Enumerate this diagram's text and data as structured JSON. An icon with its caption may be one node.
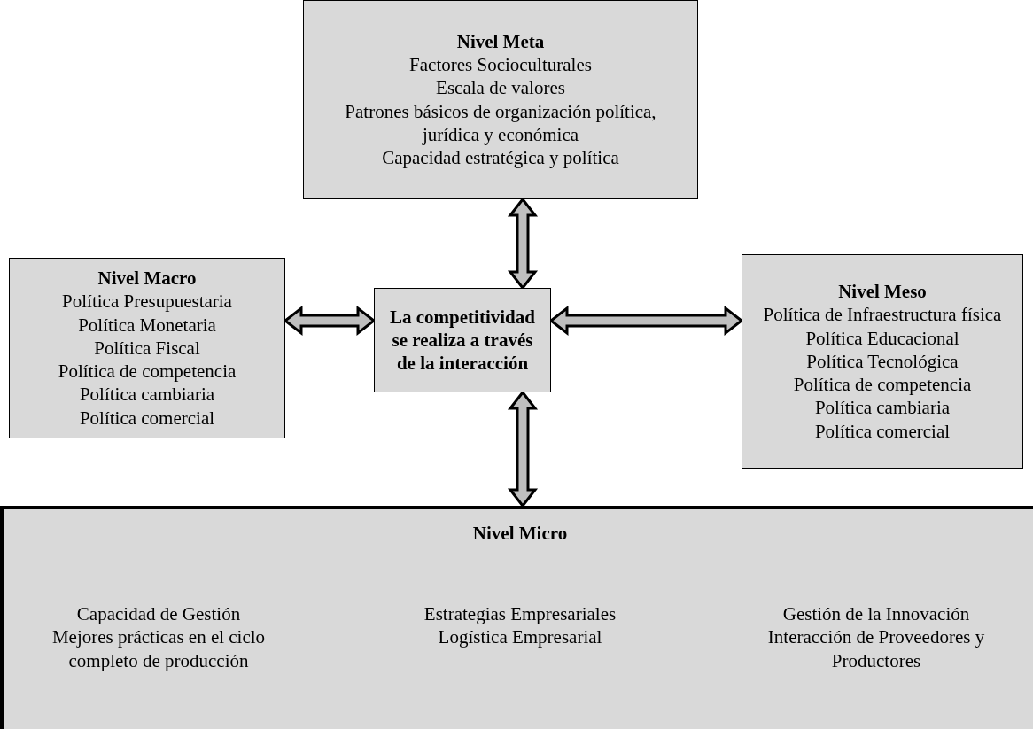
{
  "diagram": {
    "nodes": [
      {
        "text": [
          "Nivel Meta",
          "Factores Socioculturales",
          "Escala de valores",
          "Patrones básicos de organización política, jurídica y económica",
          "Capacidad estratégica y política"
        ]
      },
      {
        "text": [
          "Nivel Macro",
          "Política Presupuestaria",
          "Política Monetaria",
          "Política Fiscal",
          "Política de competencia",
          "Política cambiaria",
          "Política comercial"
        ]
      },
      {
        "text": [
          "La competitividad se realiza a través de la interacción"
        ]
      },
      {
        "text": [
          "Nivel Meso",
          "Política de Infraestructura física",
          "Política Educacional",
          "Política Tecnológica",
          "Política de competencia",
          "Política cambiaria",
          "Política comercial"
        ]
      },
      {
        "text": [
          "Nivel Micro",
          "Capacidad de Gestión",
          "Mejores prácticas en el ciclo completo de producción",
          "Estrategias Empresariales",
          "Logística Empresarial",
          "Gestión de la Innovación",
          "Interacción de Proveedores y Productores"
        ]
      }
    ],
    "edges": [
      {
        "from": 0,
        "to": 2,
        "arrow": "both"
      },
      {
        "from": 1,
        "to": 2,
        "arrow": "both"
      },
      {
        "from": 2,
        "to": 3,
        "arrow": "both"
      },
      {
        "from": 2,
        "to": 4,
        "arrow": "both"
      }
    ]
  }
}
